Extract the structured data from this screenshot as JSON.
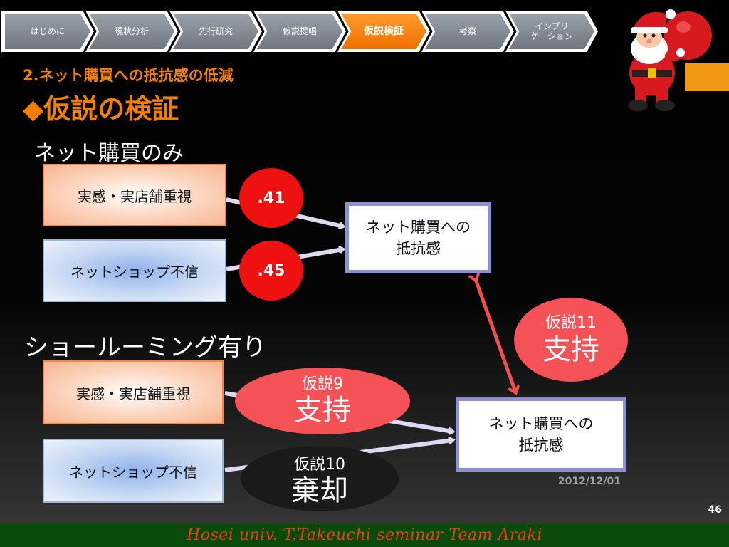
{
  "nav": {
    "items": [
      {
        "label": "はじめに",
        "active": false
      },
      {
        "label": "現状分析",
        "active": false
      },
      {
        "label": "先行研究",
        "active": false
      },
      {
        "label": "仮説提唱",
        "active": false
      },
      {
        "label": "仮説検証",
        "active": true
      },
      {
        "label": "考察",
        "active": false
      },
      {
        "label": "インプリケーション",
        "label_line1": "インプリ",
        "label_line2": "ケーション",
        "active": false
      }
    ]
  },
  "header": {
    "subtitle": "2.ネット購買への抵抗感の低減",
    "title": "◆仮説の検証"
  },
  "section1": {
    "title": "ネット購買のみ",
    "box_a": "実感・実店舗重視",
    "box_b": "ネットショップ不信",
    "coef_a": ".41",
    "coef_b": ".45",
    "target_line1": "ネット購買への",
    "target_line2": "抵抗感"
  },
  "section2": {
    "title": "ショールーミング有り",
    "box_a": "実感・実店舗重視",
    "box_b": "ネットショップ不信",
    "h9_label": "仮説9",
    "h9_result": "支持",
    "h10_label": "仮説10",
    "h10_result": "棄却",
    "target_line1": "ネット購買への",
    "target_line2": "抵抗感"
  },
  "link": {
    "h11_label": "仮説11",
    "h11_result": "支持"
  },
  "meta": {
    "date": "2012/12/01",
    "page_number": "46",
    "footer": "Hosei univ. T.Takeuchi seminar Team Araki"
  },
  "colors": {
    "accent": "#f08000",
    "nav_active": "#f08000",
    "badge_red": "#ee1111",
    "badge_pink": "#f55257",
    "footer_bg": "#0a4a0a",
    "footer_text": "#ee3a24",
    "arrow": "#ded9f0",
    "double_arrow": "#f05050"
  },
  "icons": {
    "mascot": "santa-claus-illustration"
  }
}
